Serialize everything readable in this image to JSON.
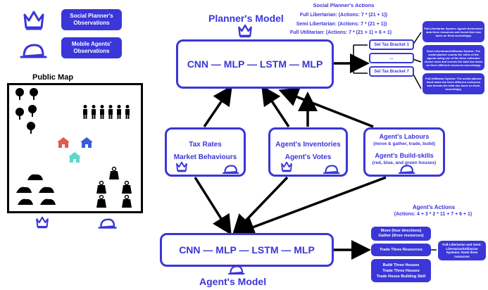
{
  "legend": {
    "planner_obs": "Social Planner's Observations",
    "agent_obs": "Mobile Agents' Observations"
  },
  "public_map": {
    "title": "Public Map"
  },
  "planner_model": {
    "title": "Planner's Model",
    "arch": "CNN — MLP — LSTM — MLP"
  },
  "agent_model": {
    "title": "Agent's Model",
    "arch": "CNN — MLP — LSTM — MLP"
  },
  "planner_actions": {
    "heading": "Social Planner's Actions",
    "lines": [
      "Full Libertarian: (Actions: 7 * (21 + 1))",
      "Semi Libertarian: (Actions: 7 * (21 + 1))",
      "Full Utilitarian: (Actions: 7 * (21 + 1) + 6 + 1)"
    ]
  },
  "tax_brackets": [
    "Set Tax Bracket 1",
    "...",
    "Set Tax Bracket 7"
  ],
  "system_notes": [
    "Full-Libertarian System: Agents themselves rank three resources and invest their due taxes on them accordingly.",
    "Semi-Libertarian/Utilitarian System: The social planner counts the votes of the agents using one of the three collective choice rules and invests the total due taxes on three different resources accordingly.",
    "Full-Utilitarian System: The social planner itself ranks the three different resources and invests the total due taxes on them accordingly."
  ],
  "inputs": {
    "box1": [
      "Tax Rates",
      "Market Behaviours"
    ],
    "box2": [
      "Agent's Inventories",
      "Agent's Votes"
    ],
    "box3": [
      "Agent's Labours",
      "(move & gather, trade, build)",
      "Agent's Build-skills",
      "(red, blue, and green houses)"
    ]
  },
  "agent_actions": {
    "heading": "Agent's Actions",
    "formula": "(Actions: 4 + 3 * 2 * 11 + 7 + 6 + 1)",
    "boxes": [
      [
        "Move (four directions)",
        "Gather (three resources)"
      ],
      [
        "Trade Three Resources"
      ],
      [
        "Build Three Houses",
        "Trade Three Houses",
        "Trade House Building Skill"
      ]
    ],
    "note": "Full-Libertarian and Semi-Libertarian/Utilitarian Systems: Rank three resources"
  },
  "colors": {
    "primary": "#3a36d8",
    "house_red": "#e25a4a",
    "house_blue": "#3a5bd8",
    "house_green": "#5fd6c8"
  },
  "icons": [
    "crown-icon",
    "cap-icon",
    "tree-icon",
    "person-icon",
    "house-icon",
    "rock-icon",
    "weight-icon"
  ]
}
